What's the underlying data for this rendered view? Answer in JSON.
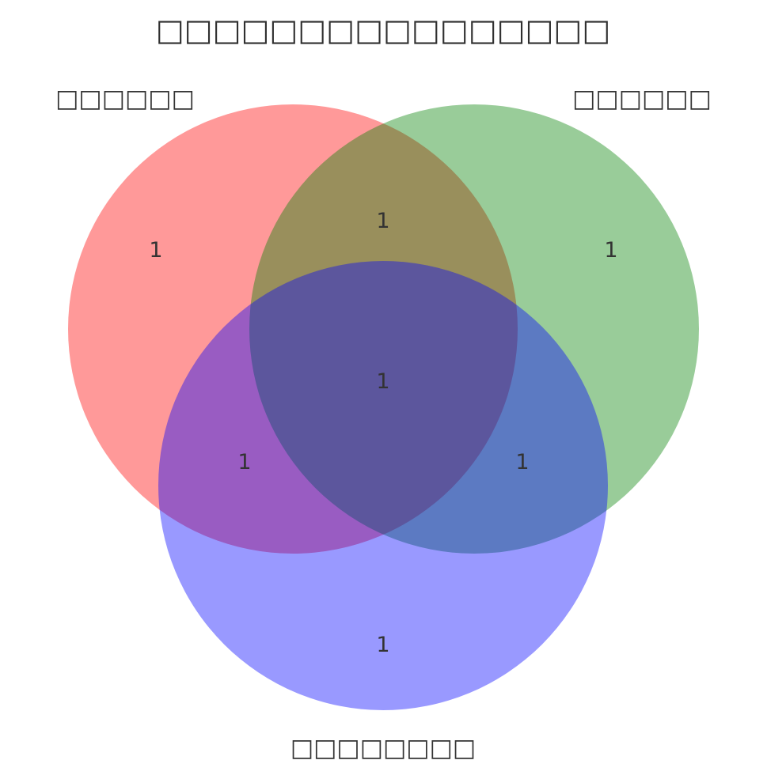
{
  "title": "□□□□□□□□□□□□□□□□",
  "sets": [
    {
      "key": "A",
      "label": "□□□□□□",
      "color": "#ff0000",
      "opacity": 0.4
    },
    {
      "key": "B",
      "label": "□□□□□□",
      "color": "#008000",
      "opacity": 0.4
    },
    {
      "key": "C",
      "label": "□□□□□□□□",
      "color": "#0000ff",
      "opacity": 0.4
    }
  ],
  "regions": {
    "A_only": "1",
    "B_only": "1",
    "C_only": "1",
    "AB_only": "1",
    "AC_only": "1",
    "BC_only": "1",
    "ABC": "1"
  },
  "chart_data": {
    "type": "venn3",
    "sets": [
      "□□□□□□",
      "□□□□□□",
      "□□□□□□□□"
    ],
    "region_values": {
      "A only": 1,
      "B only": 1,
      "C only": 1,
      "A∩B only": 1,
      "A∩C only": 1,
      "B∩C only": 1,
      "A∩B∩C": 1
    }
  }
}
